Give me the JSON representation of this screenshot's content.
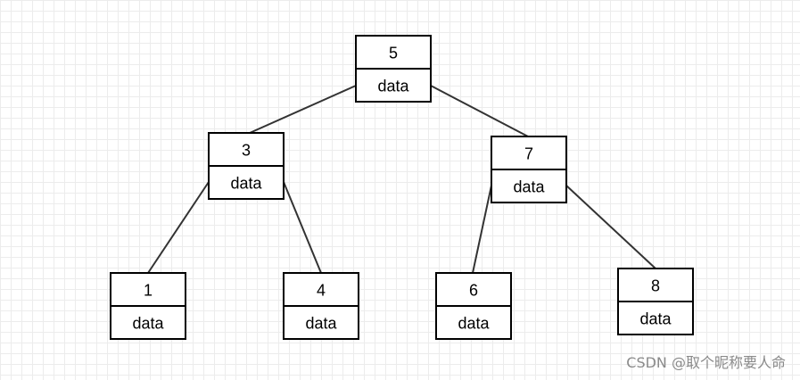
{
  "diagram": {
    "nodes": [
      {
        "id": "5",
        "key": "5",
        "data": "data",
        "parent": null
      },
      {
        "id": "3",
        "key": "3",
        "data": "data",
        "parent": "5"
      },
      {
        "id": "7",
        "key": "7",
        "data": "data",
        "parent": "5"
      },
      {
        "id": "1",
        "key": "1",
        "data": "data",
        "parent": "3"
      },
      {
        "id": "4",
        "key": "4",
        "data": "data",
        "parent": "3"
      },
      {
        "id": "6",
        "key": "6",
        "data": "data",
        "parent": "7"
      },
      {
        "id": "8",
        "key": "8",
        "data": "data",
        "parent": "7"
      }
    ]
  },
  "watermark": {
    "text": "CSDN @取个昵称要人命"
  }
}
